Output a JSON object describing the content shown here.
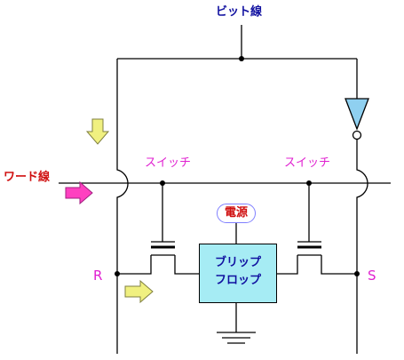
{
  "labels": {
    "bit_line": "ビット線",
    "word_line": "ワード線",
    "switch_left": "スイッチ",
    "switch_right": "スイッチ",
    "power": "電源",
    "flipflop_line1": "ブリップ",
    "flipflop_line2": "フロップ",
    "node_r": "R",
    "node_s": "S"
  },
  "colors": {
    "bit_line_label": "#1010a0",
    "word_line_label": "#d01010",
    "switch_label": "#e020d0",
    "node_label": "#e020d0",
    "flipflop_fill": "#a6ecf4",
    "flipflop_text": "#1010a0",
    "power_text": "#d01010",
    "power_border": "#8080ff",
    "inverter_fill": "#8fd0f0",
    "arrow_yellow": "#f0f080",
    "arrow_magenta": "#ff40c0"
  },
  "icons": {
    "inverter": "inverter-triangle-icon",
    "ground": "ground-icon",
    "switch": "transistor-switch-icon",
    "arrow_down": "arrow-down-icon",
    "arrow_right": "arrow-right-icon"
  }
}
